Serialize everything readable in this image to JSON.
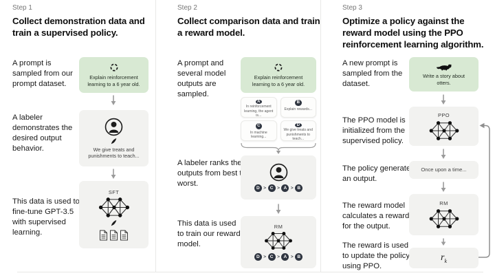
{
  "colors": {
    "green_box": "#d8e9d3",
    "gray_box": "#f2f2f0",
    "divider": "#e8e8e6",
    "arrow": "#9b9b9b",
    "circle": "#2f3540",
    "step_label": "#767676"
  },
  "columns": [
    {
      "step_label": "Step 1",
      "heading": "Collect demonstration data and train a supervised policy.",
      "captions": {
        "prompt_text": "A prompt is sampled from our prompt dataset.",
        "labeler_text": "A labeler demonstrates the desired output behavior.",
        "train_text": "This data is used to fine-tune GPT-3.5 with supervised learning."
      },
      "figures": {
        "prompt_box": "Explain reinforcement learning to a 6 year old.",
        "labeler_box": "We give treats and punishments to teach...",
        "model_label": "SFT"
      }
    },
    {
      "step_label": "Step 2",
      "heading": "Collect comparison data and train a reward model.",
      "captions": {
        "prompt_text": "A prompt and several model outputs are sampled.",
        "rank_text": "A labeler ranks the outputs from best to worst.",
        "train_text": "This data is used to train our reward model."
      },
      "figures": {
        "prompt_box": "Explain reinforcement learning to a 6 year old.",
        "outputs": [
          {
            "letter": "A",
            "text": "In reinforcement learning, the agent is..."
          },
          {
            "letter": "B",
            "text": "Explain rewards..."
          },
          {
            "letter": "C",
            "text": "In machine learning..."
          },
          {
            "letter": "D",
            "text": "We give treats and punishments to teach..."
          }
        ],
        "ranking": {
          "letters": [
            "D",
            "C",
            "A",
            "B"
          ],
          "separators": [
            ">",
            ">",
            ">"
          ]
        },
        "model_label": "RM"
      }
    },
    {
      "step_label": "Step 3",
      "heading": "Optimize a policy against the reward model using the PPO reinforcement learning algorithm.",
      "captions": {
        "prompt_text": "A new prompt is sampled from the dataset.",
        "init_text": "The PPO model is initialized from the supervised policy.",
        "output_text": "The policy generates an output.",
        "reward_text": "The reward model calculates a reward for the output.",
        "update_text": "The reward is used to update the policy using PPO."
      },
      "figures": {
        "prompt_box": "Write a story about otters.",
        "ppo_label": "PPO",
        "output_box": "Once upon a time...",
        "rm_label": "RM",
        "reward_symbol": "r",
        "reward_subscript": "k"
      }
    }
  ]
}
